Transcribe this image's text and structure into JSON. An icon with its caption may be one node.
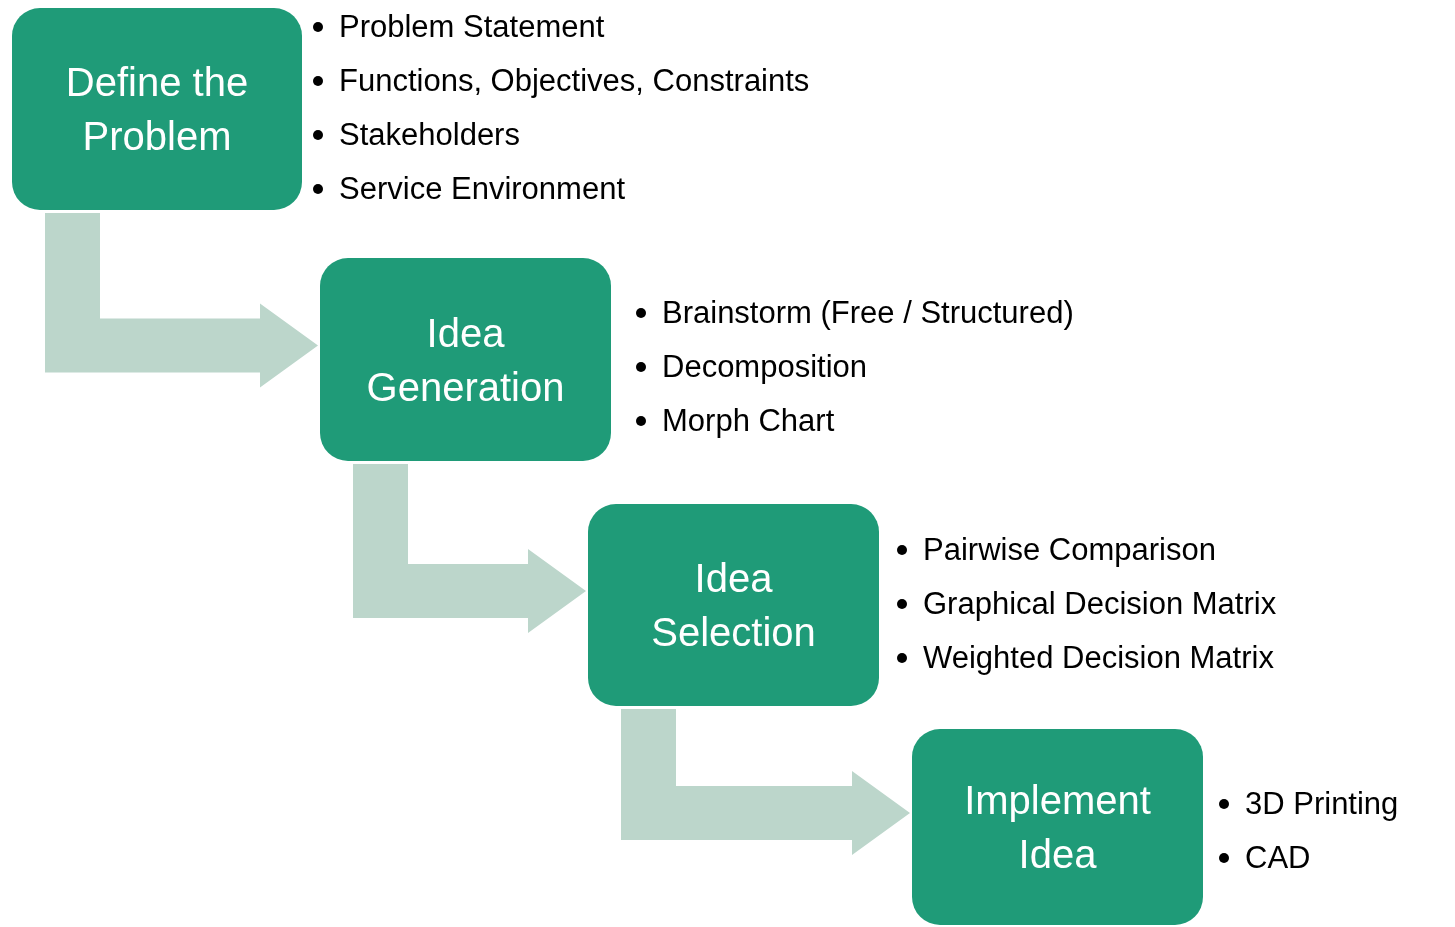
{
  "diagram": {
    "nodes": [
      {
        "text": [
          "Define the Problem"
        ],
        "beside": [
          "Problem Statement",
          "Functions, Objectives, Constraints",
          "Stakeholders",
          "Service Environment"
        ]
      },
      {
        "text": [
          "Idea Generation"
        ],
        "beside": [
          "Brainstorm (Free / Structured)",
          "Decomposition",
          "Morph Chart"
        ]
      },
      {
        "text": [
          "Idea Selection"
        ],
        "beside": [
          "Pairwise Comparison",
          "Graphical Decision Matrix",
          "Weighted Decision Matrix"
        ]
      },
      {
        "text": [
          "Implement Idea"
        ],
        "beside": [
          "3D Printing",
          "CAD"
        ]
      }
    ],
    "edges": [
      {
        "from": 0,
        "to": 1,
        "arrow": "to"
      },
      {
        "from": 1,
        "to": 2,
        "arrow": "to"
      },
      {
        "from": 2,
        "to": 3,
        "arrow": "to"
      }
    ]
  }
}
